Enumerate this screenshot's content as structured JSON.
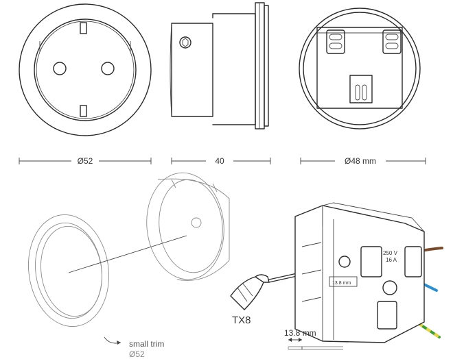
{
  "dimensions": {
    "front_diameter": "Ø52",
    "depth": "40",
    "back_diameter": "Ø48 mm"
  },
  "labels": {
    "tool": "TX8",
    "strip_length": "13.8 mm",
    "strip_length_on_box": "13.8 mm",
    "voltage": "250 V",
    "current": "16 A",
    "small_trim_title": "small trim",
    "small_trim_size": "Ø52"
  },
  "colors": {
    "line": "#2a2a2a",
    "wire_blue": "#2a8fd4",
    "wire_brown": "#7a4a2a",
    "wire_green": "#3aa030",
    "wire_yellow": "#e6d23a"
  }
}
